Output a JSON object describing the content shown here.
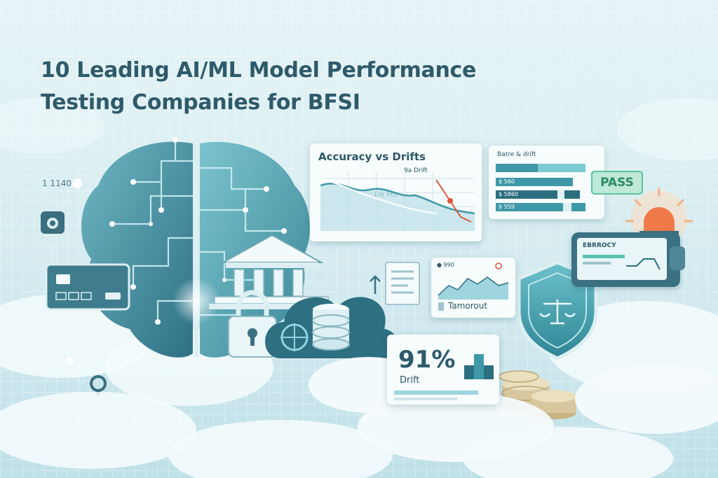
{
  "headline": {
    "line1": "10 Leading AI/ML Model Performance",
    "line2": "Testing Companies for BFSI"
  },
  "illustration": {
    "binary_text": "1 1140",
    "chart_accuracy": {
      "title": "Accuracy vs Drifts",
      "drift_tag": "9a Drift",
      "series_tag": "D8 Pts"
    },
    "bars_panel": {
      "title": "Batre & drift",
      "row_labels": [
        "$ 560",
        "$ 5860",
        "$ 5S9"
      ]
    },
    "pass_badge": "PASS",
    "monitor_label": "EBRROCY",
    "small_chart": {
      "top_label": "990",
      "bottom_label": "Tamorout"
    },
    "drift_card": {
      "percent": "91%",
      "label": "Drift"
    }
  },
  "colors": {
    "title": "#2e5a6b",
    "teal": "#3f98a8",
    "teal_dark": "#2b6f80",
    "accent_red": "#e0553a",
    "pass_green": "#59c39a",
    "gold": "#d8c79e"
  }
}
